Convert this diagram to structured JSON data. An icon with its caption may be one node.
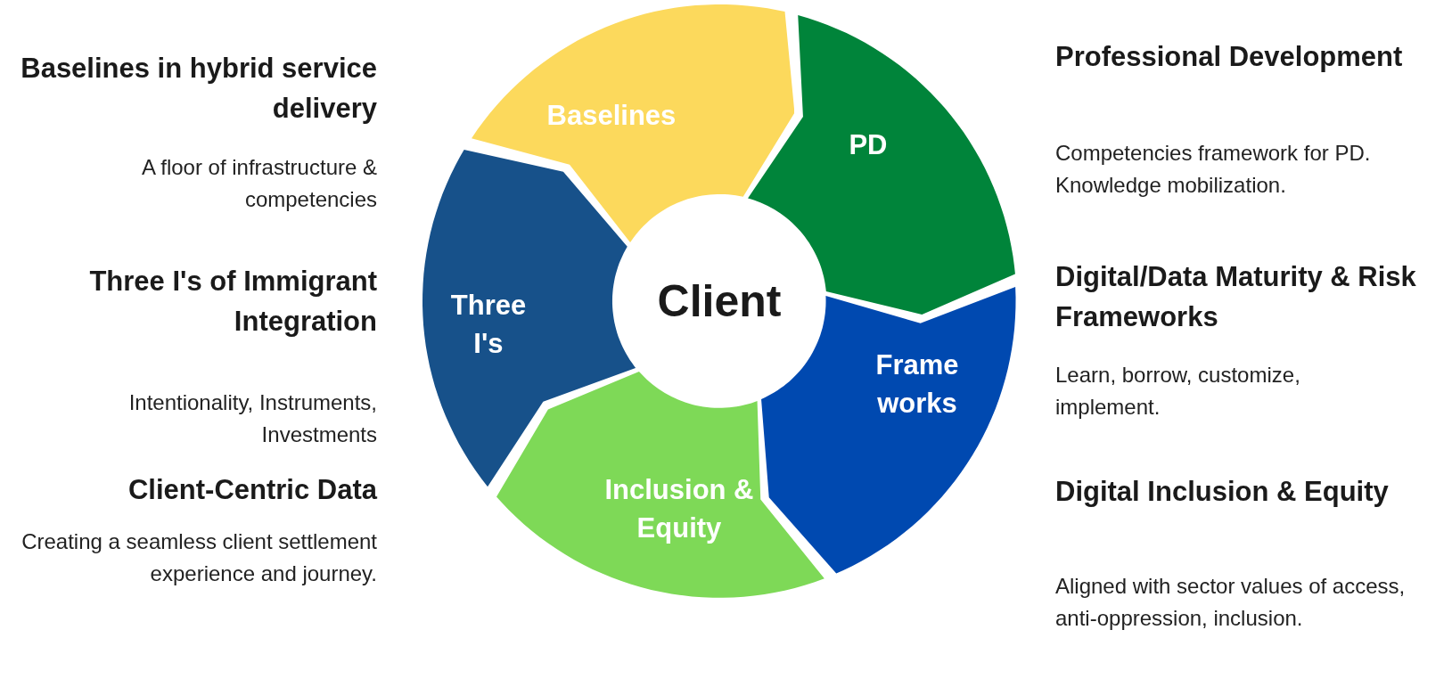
{
  "diagram": {
    "nodes": [
      {
        "text": [
          "Baselines"
        ]
      },
      {
        "text": [
          "PD"
        ]
      },
      {
        "text": [
          "Frame works"
        ]
      },
      {
        "text": [
          "Inclusion & Equity"
        ]
      },
      {
        "text": [
          "Three I's"
        ]
      },
      {
        "text": [
          "Client"
        ]
      }
    ],
    "labels": [
      "Baselines in hybrid service delivery",
      "A floor of infrastructure & competencies",
      "Three I's of Immigrant Integration",
      "Intentionality, Instruments, Investments",
      "Client-Centric Data",
      "Creating a seamless client settlement experience and journey.",
      "Professional Development",
      "Competencies framework for PD. Knowledge mobilization.",
      "Digital/Data Maturity & Risk Frameworks",
      "Learn, borrow, customize, implement.",
      "Digital Inclusion & Equity",
      "Aligned with sector values of access, anti-oppression, inclusion."
    ]
  }
}
